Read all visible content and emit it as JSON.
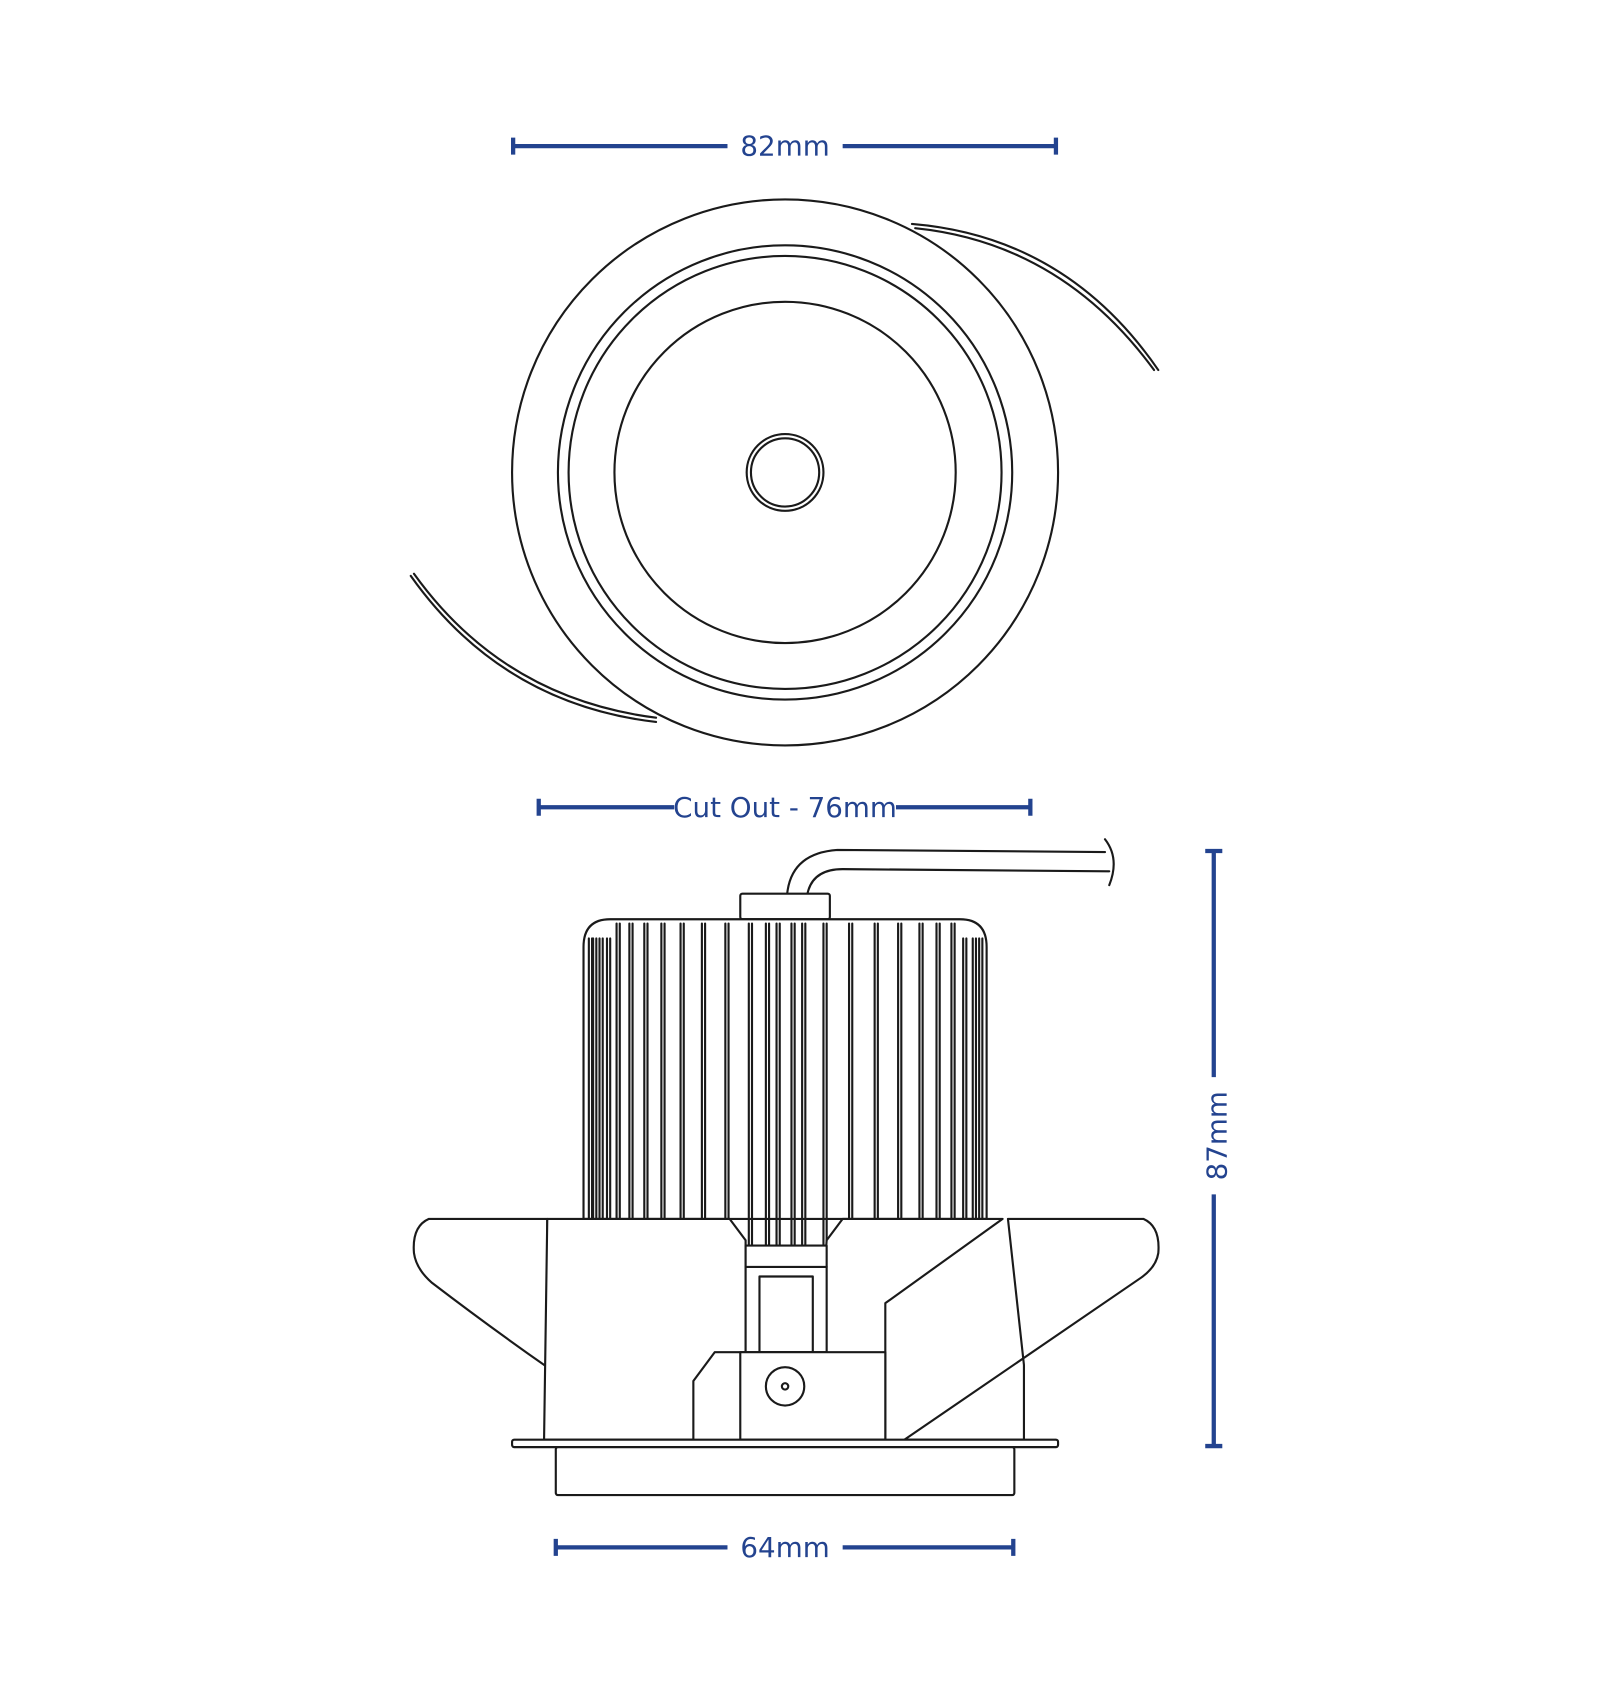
{
  "title": "Downlight dimension drawing",
  "accent_color": "#23438f",
  "dimensions": {
    "outer_diameter": "82mm",
    "cut_out": "Cut Out - 76mm",
    "bezel_diameter": "64mm",
    "height": "87mm"
  }
}
